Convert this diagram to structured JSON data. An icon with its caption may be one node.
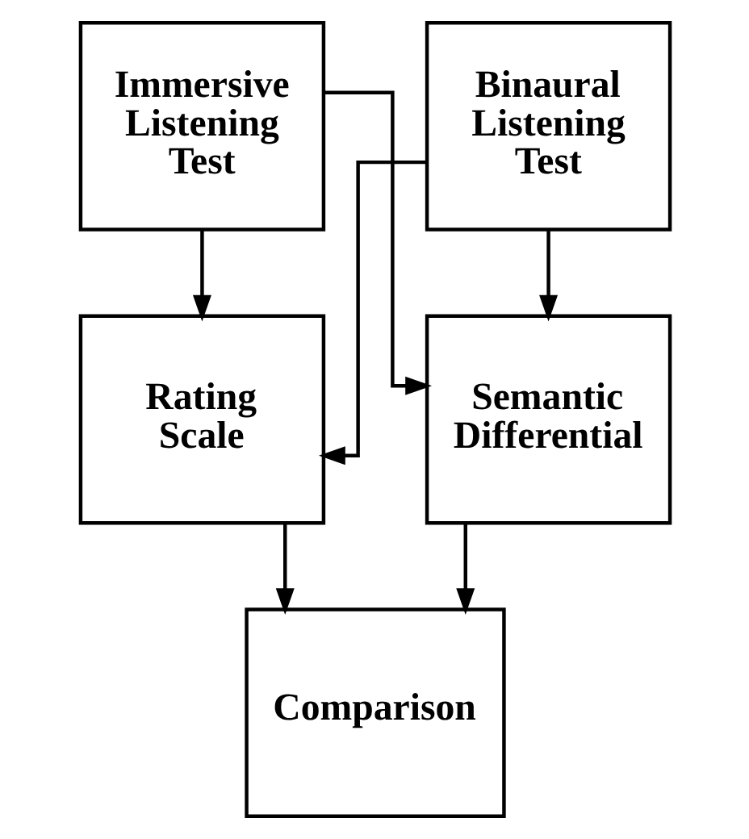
{
  "diagram": {
    "nodes": [
      {
        "text": [
          "Immersive Listening Test"
        ]
      },
      {
        "text": [
          "Binaural Listening Test"
        ]
      },
      {
        "text": [
          "Rating Scale"
        ]
      },
      {
        "text": [
          "Semantic Differential"
        ]
      },
      {
        "text": [
          "Comparison"
        ]
      }
    ],
    "edges": [
      {
        "from": 0,
        "to": 2,
        "arrow": "to"
      },
      {
        "from": 0,
        "to": 3,
        "arrow": "to"
      },
      {
        "from": 1,
        "to": 2,
        "arrow": "to"
      },
      {
        "from": 1,
        "to": 3,
        "arrow": "to"
      },
      {
        "from": 2,
        "to": 4,
        "arrow": "to"
      },
      {
        "from": 3,
        "to": 4,
        "arrow": "to"
      }
    ]
  }
}
